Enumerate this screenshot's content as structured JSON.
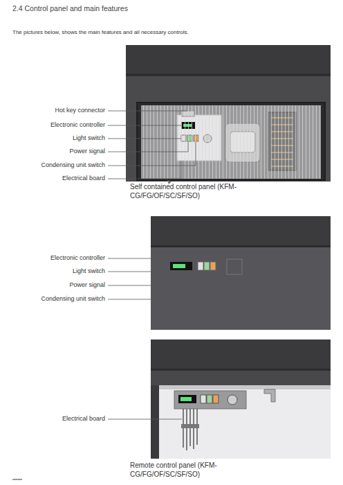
{
  "diagram": {
    "title": "2.4 Control panel and main features",
    "labels": [
      "The pictures below, shows the main features and all necessary controls.",
      "Hot key connector",
      "Electronic controller",
      "Light switch",
      "Power signal",
      "Condensing unit switch",
      "Electrical board",
      "Self contained control panel (KFM-CG/FG/OF/SC/SF/SO)",
      "Electronic controller",
      "Light switch",
      "Power signal",
      "Condensing unit switch",
      "Electrical board",
      "Remote control panel (KFM-CG/FG/OF/SC/SF/SO)"
    ]
  }
}
